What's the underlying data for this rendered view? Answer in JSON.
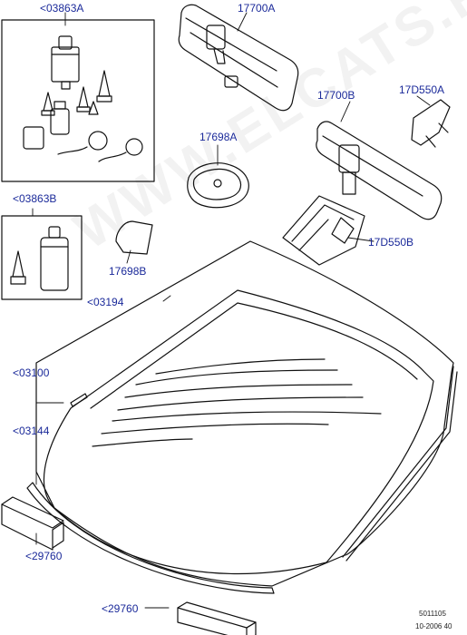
{
  "callouts": [
    {
      "id": "kit-a",
      "text": "<03863A"
    },
    {
      "id": "mirror-a",
      "text": "17700A"
    },
    {
      "id": "mirror-b",
      "text": "17700B"
    },
    {
      "id": "sensor-a",
      "text": "17D550A"
    },
    {
      "id": "pad",
      "text": "17698A"
    },
    {
      "id": "kit-b",
      "text": "<03863B"
    },
    {
      "id": "clip",
      "text": "17698B"
    },
    {
      "id": "sensor-b",
      "text": "17D550B"
    },
    {
      "id": "glass",
      "text": "<03194"
    },
    {
      "id": "seal-upper",
      "text": "<03100"
    },
    {
      "id": "seal-lower",
      "text": "<03144"
    },
    {
      "id": "spacer-left",
      "text": "<29760"
    },
    {
      "id": "spacer-bottom",
      "text": "<29760"
    }
  ],
  "footer": {
    "number": "5011105",
    "date": "10-2006 40"
  },
  "watermark": "WWW.ELCATS.RU",
  "colors": {
    "label": "#1b2a9a",
    "line": "#111111"
  }
}
